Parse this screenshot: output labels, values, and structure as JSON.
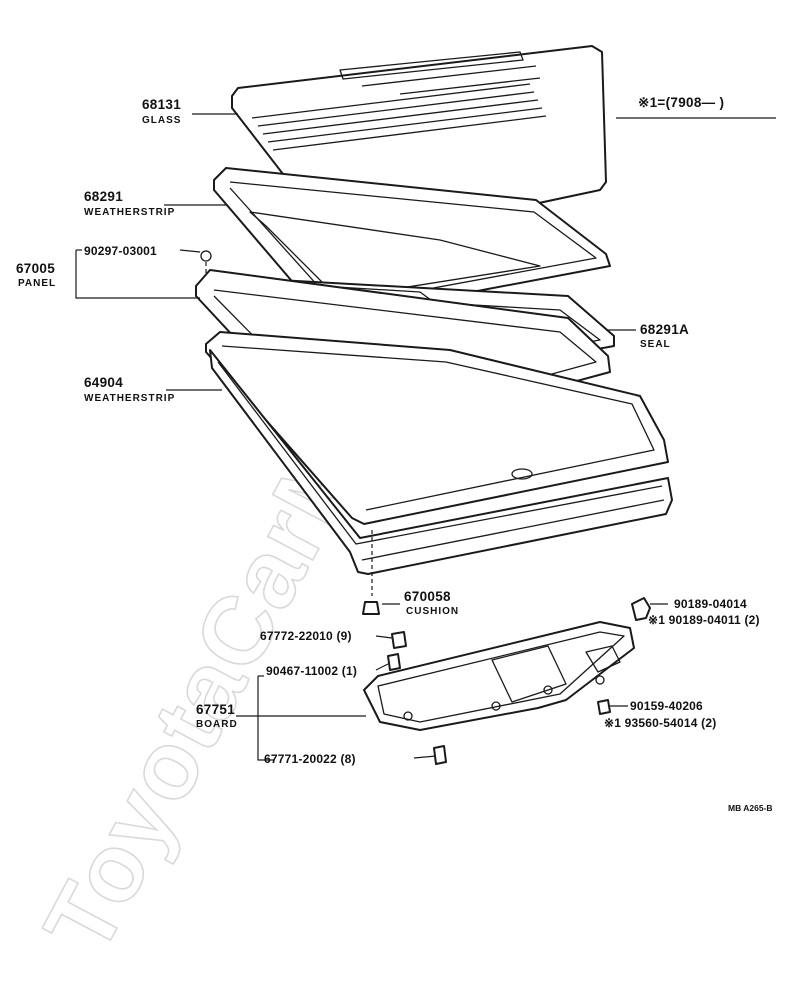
{
  "watermark": "ToyotaCarMine.ru",
  "note": {
    "text": "※1=(7908—      )"
  },
  "figure_code": "MB  A265-B",
  "parts": {
    "glass": {
      "number": "68131",
      "name": "GLASS"
    },
    "weatherstrip_upper": {
      "number": "68291",
      "name": "WEATHERSTRIP"
    },
    "screw_90297": {
      "number": "90297-03001"
    },
    "panel": {
      "number": "67005",
      "name": "PANEL"
    },
    "seal": {
      "number": "68291A",
      "name": "SEAL"
    },
    "weatherstrip_lower": {
      "number": "64904",
      "name": "WEATHERSTRIP"
    },
    "cushion": {
      "number": "670058",
      "name": "CUSHION"
    },
    "clip_90189a": {
      "number": "90189-04014"
    },
    "clip_90189b": {
      "number": "※1 90189-04011 (2)"
    },
    "clip_67772": {
      "number": "67772-22010 (9)"
    },
    "clip_90467": {
      "number": "90467-11002 (1)"
    },
    "board": {
      "number": "67751",
      "name": "BOARD"
    },
    "screw_90159": {
      "number": "90159-40206"
    },
    "screw_93560": {
      "number": "※1 93560-54014 (2)"
    },
    "clip_67771": {
      "number": "67771-20022 (8)"
    }
  }
}
